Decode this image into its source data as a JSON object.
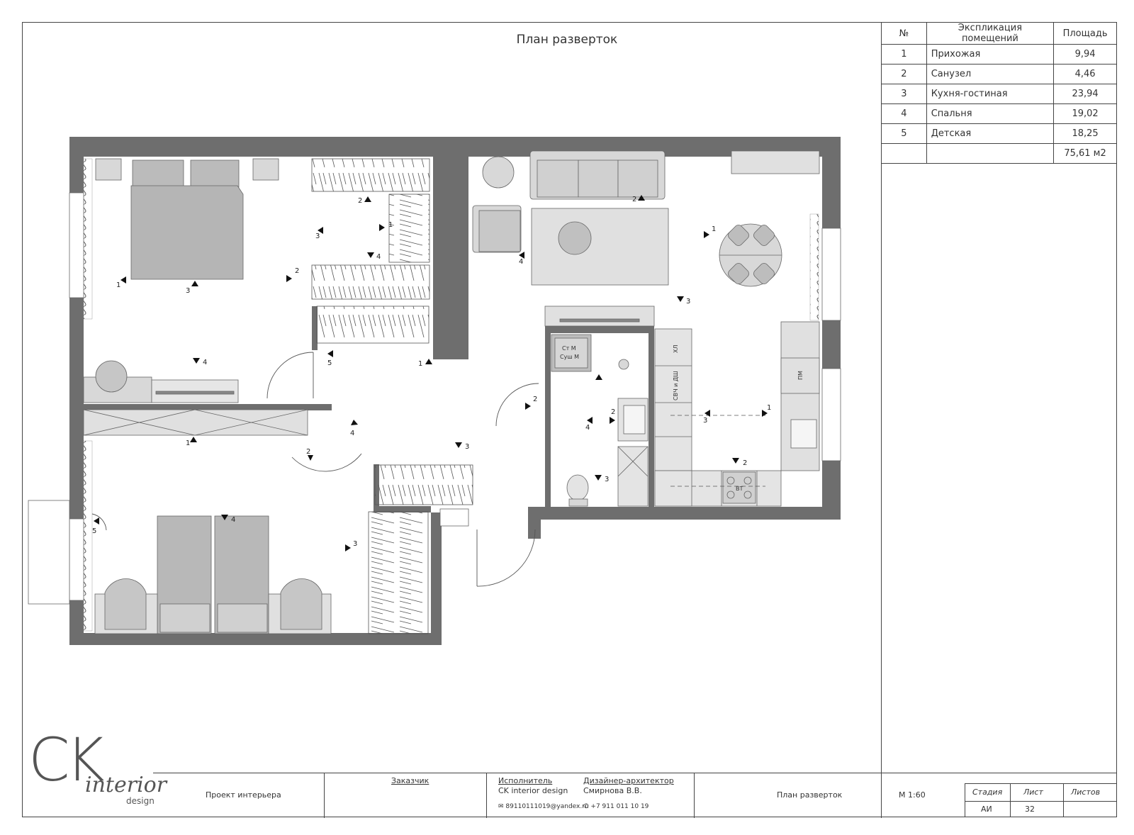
{
  "sheet_title": "План разверток",
  "schedule": {
    "header": {
      "num": "№",
      "name": "Экспликация помещений",
      "area": "Площадь"
    },
    "rows": [
      {
        "num": "1",
        "name": "Прихожая",
        "area": "9,94"
      },
      {
        "num": "2",
        "name": "Санузел",
        "area": "4,46"
      },
      {
        "num": "3",
        "name": "Кухня-гостиная",
        "area": "23,94"
      },
      {
        "num": "4",
        "name": "Спальня",
        "area": "19,02"
      },
      {
        "num": "5",
        "name": "Детская",
        "area": "18,25"
      }
    ],
    "total": "75,61 м2"
  },
  "plan_labels": {
    "washer": "Ст М",
    "dryer": "Суш М",
    "fridge_col": "ХЛ",
    "oven_col": "СВЧ и ДШ",
    "dishwasher": "ПМ",
    "hood": "ВТ"
  },
  "view_marks": [
    "1",
    "2",
    "3",
    "4",
    "5"
  ],
  "title_block": {
    "logo_main": "CK",
    "logo_sub": "interior",
    "logo_tag": "design",
    "project": "Проект интерьера",
    "customer_label": "Заказчик",
    "executor_label": "Исполнитель",
    "executor_name": "CK interior design",
    "designer_label": "Дизайнер-архитектор",
    "designer_name": "Смирнова В.В.",
    "email": "89110111019@yandex.ru",
    "phone": "+7 911 011 10 19",
    "drawing_name": "План разверток",
    "scale": "М 1:60",
    "stage_label": "Стадия",
    "sheet_label": "Лист",
    "sheets_label": "Листов",
    "stage_value": "АИ",
    "sheet_value": "32",
    "sheets_value": ""
  }
}
